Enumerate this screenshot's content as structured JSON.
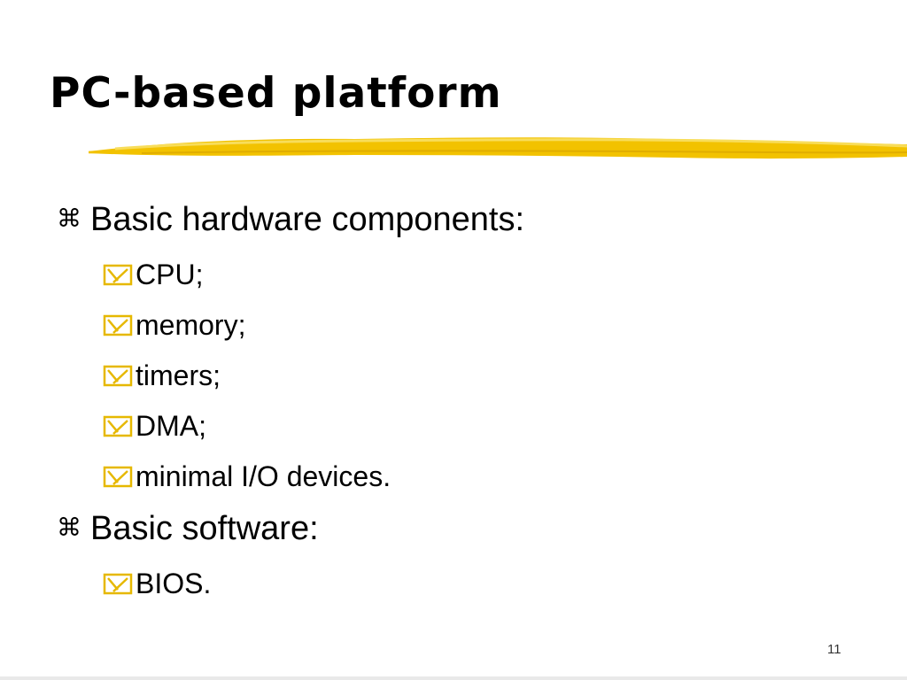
{
  "slide": {
    "title": "PC-based platform",
    "accent_color": "#f2c200",
    "bullets": [
      {
        "text": "Basic hardware components:",
        "icon": "command-key-icon",
        "children": [
          {
            "text": "CPU;",
            "icon": "checkbox-y-icon"
          },
          {
            "text": "memory;",
            "icon": "checkbox-y-icon"
          },
          {
            "text": "timers;",
            "icon": "checkbox-y-icon"
          },
          {
            "text": "DMA;",
            "icon": "checkbox-y-icon"
          },
          {
            "text": "minimal I/O devices.",
            "icon": "checkbox-y-icon"
          }
        ]
      },
      {
        "text": "Basic software:",
        "icon": "command-key-icon",
        "children": [
          {
            "text": "BIOS.",
            "icon": "checkbox-y-icon"
          }
        ]
      }
    ],
    "page_number": "11"
  }
}
